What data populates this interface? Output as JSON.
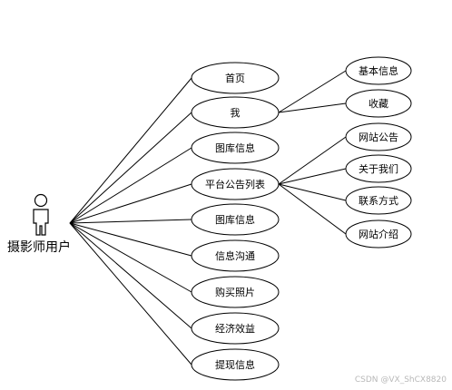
{
  "actor": {
    "label": "摄影师用户"
  },
  "use_cases": [
    {
      "id": "home",
      "label": "首页"
    },
    {
      "id": "me",
      "label": "我"
    },
    {
      "id": "gallery-info-1",
      "label": "图库信息"
    },
    {
      "id": "announcements",
      "label": "平台公告列表"
    },
    {
      "id": "gallery-info-2",
      "label": "图库信息"
    },
    {
      "id": "messaging",
      "label": "信息沟通"
    },
    {
      "id": "buy-photos",
      "label": "购买照片"
    },
    {
      "id": "earnings",
      "label": "经济效益"
    },
    {
      "id": "withdraw",
      "label": "提现信息"
    }
  ],
  "me_children": [
    {
      "id": "basic-info",
      "label": "基本信息"
    },
    {
      "id": "favorites",
      "label": "收藏"
    }
  ],
  "announcement_children": [
    {
      "id": "site-notice",
      "label": "网站公告"
    },
    {
      "id": "about-us",
      "label": "关于我们"
    },
    {
      "id": "contact",
      "label": "联系方式"
    },
    {
      "id": "site-intro",
      "label": "网站介绍"
    }
  ],
  "watermark": "CSDN @VX_ShCX8820"
}
